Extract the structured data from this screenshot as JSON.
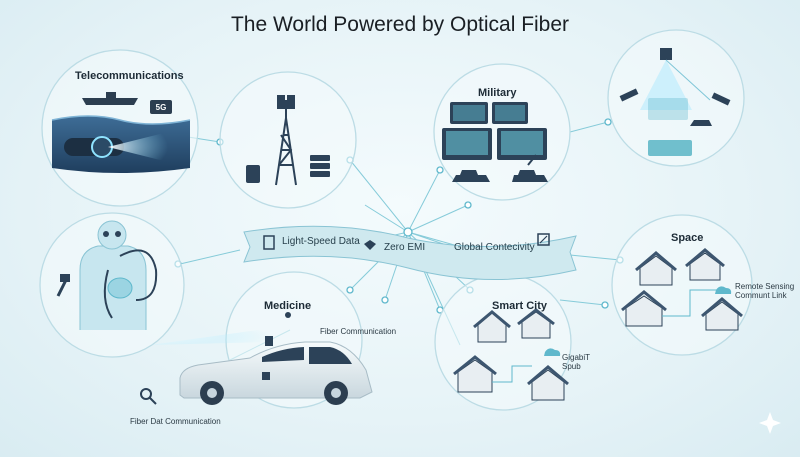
{
  "title": "The World Powered by Optical Fiber",
  "sections": {
    "telecom": "Telecommunications",
    "military": "Military",
    "space": "Space",
    "medicine": "Medicine",
    "smart_city": "Smart City"
  },
  "ribbon": {
    "item1": "Light-Speed Data",
    "item2": "Zero EMI",
    "item3": "Global Contecivity"
  },
  "labels": {
    "fiber_communication": "Fiber Communication",
    "fiber_data_communication": "Fiber Dat Communication",
    "remote_sensing_1": "Remote Sensing",
    "remote_sensing_2": "Communt Link",
    "gigabit_1": "GigabiT",
    "gigabit_2": "Spub",
    "tower_badge": "5G"
  },
  "colors": {
    "accent": "#5fb8cc",
    "ribbon": "#cfe9ef",
    "navy": "#2c4258",
    "glow": "#8fe3ff"
  }
}
